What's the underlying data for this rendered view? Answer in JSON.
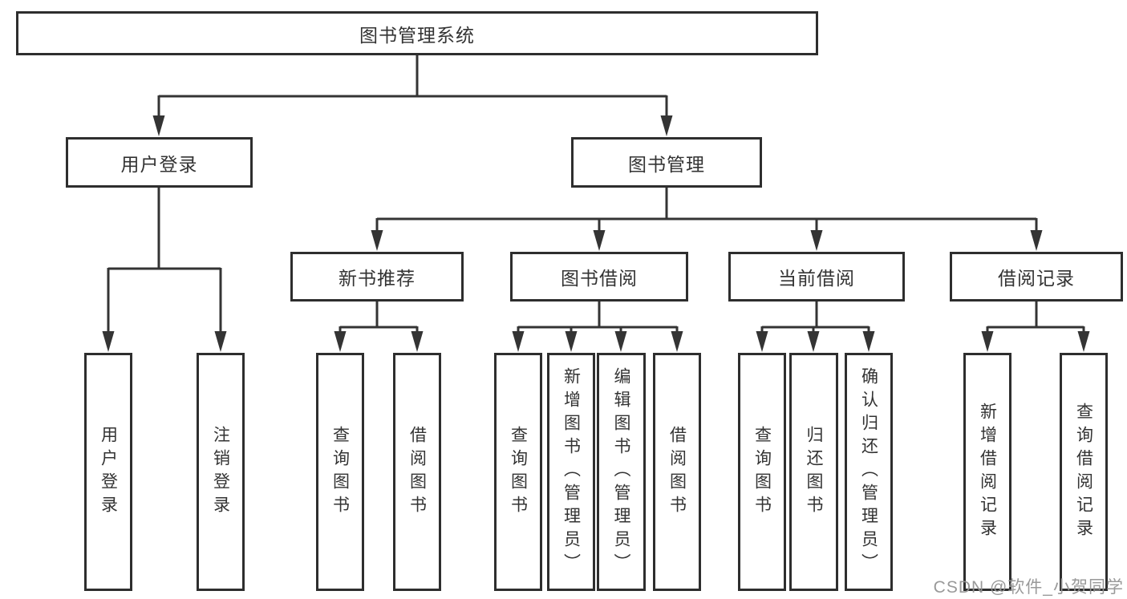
{
  "nodes": {
    "root": "图书管理系统",
    "user_login": "用户登录",
    "book_mgmt": "图书管理",
    "new_book_rec": "新书推荐",
    "book_borrow": "图书借阅",
    "current_borrow": "当前借阅",
    "borrow_records": "借阅记录",
    "leaf_user_login": "用户登录",
    "leaf_logout": "注销登录",
    "leaf_query_books_rec": "查询图书",
    "leaf_borrow_books_rec": "借阅图书",
    "leaf_query_books_borrow": "查询图书",
    "leaf_add_books_admin": "新增图书（管理员）",
    "leaf_edit_books_admin": "编辑图书（管理员）",
    "leaf_borrow_books": "借阅图书",
    "leaf_query_books_current": "查询图书",
    "leaf_return_books": "归还图书",
    "leaf_confirm_return_admin": "确认归还（管理员）",
    "leaf_add_borrow_record": "新增借阅记录",
    "leaf_query_borrow_record": "查询借阅记录"
  },
  "watermark": "CSDN @软件_小贺同学",
  "colors": {
    "line": "#343434",
    "border": "#2e2e2e",
    "text": "#333333",
    "watermark": "#949494",
    "background": "#ffffff"
  }
}
